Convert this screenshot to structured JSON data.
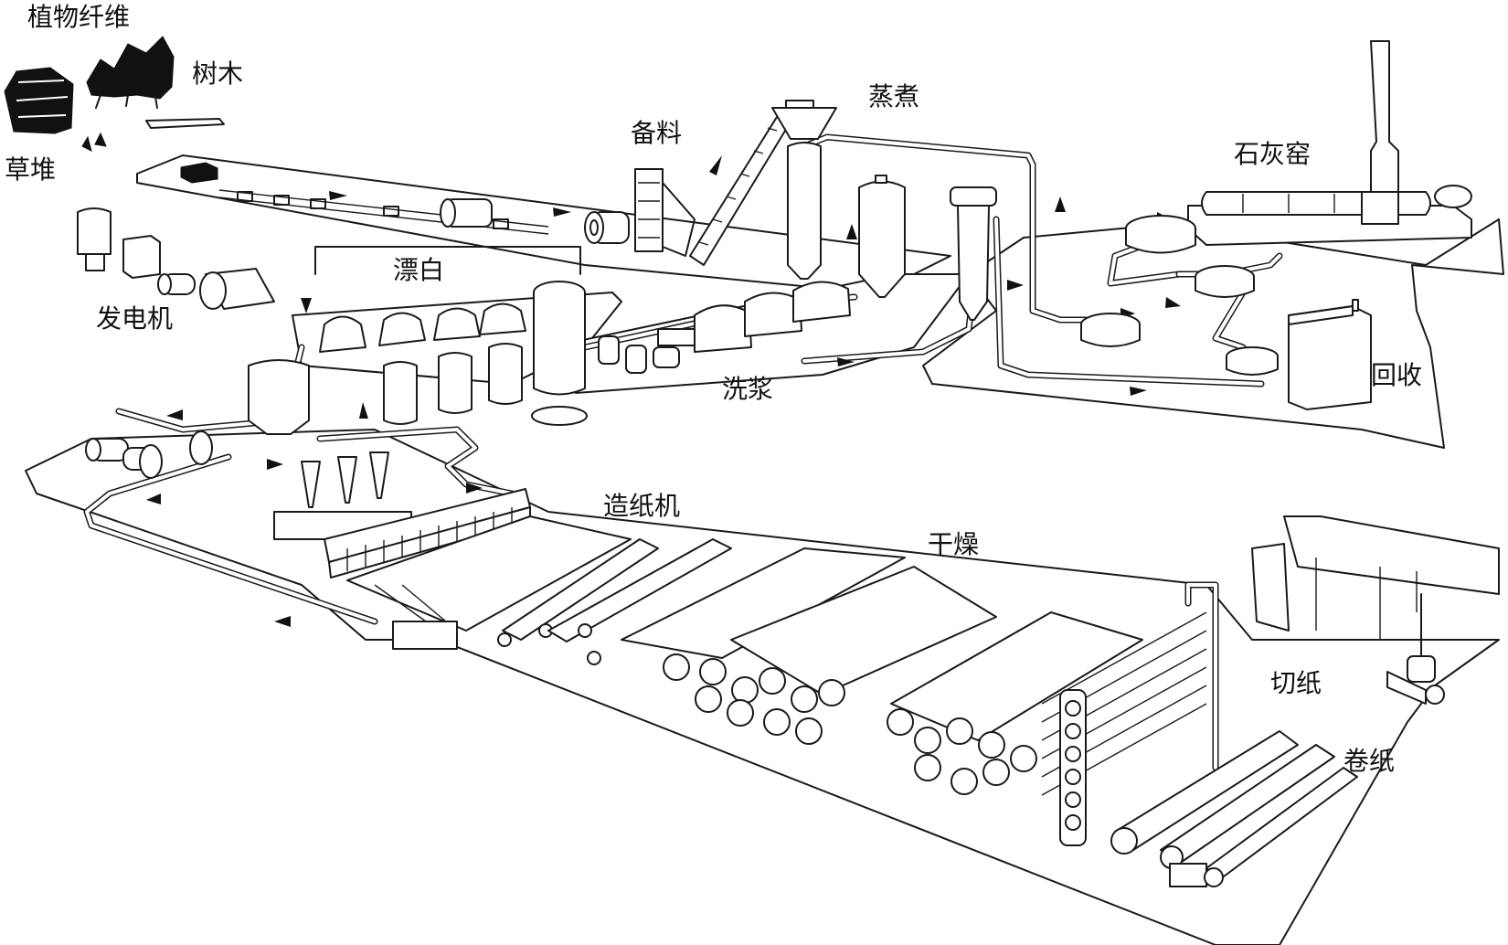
{
  "labels": {
    "plant_fiber": "植物纤维",
    "trees": "树木",
    "straw_pile": "草堆",
    "generator": "发电机",
    "preparation": "备料",
    "cooking": "蒸煮",
    "lime_kiln": "石灰窑",
    "bleaching": "漂白",
    "pulp_washing": "洗浆",
    "recovery": "回收",
    "paper_machine": "造纸机",
    "drying": "干燥",
    "paper_cutting": "切纸",
    "paper_reeling": "卷纸"
  }
}
